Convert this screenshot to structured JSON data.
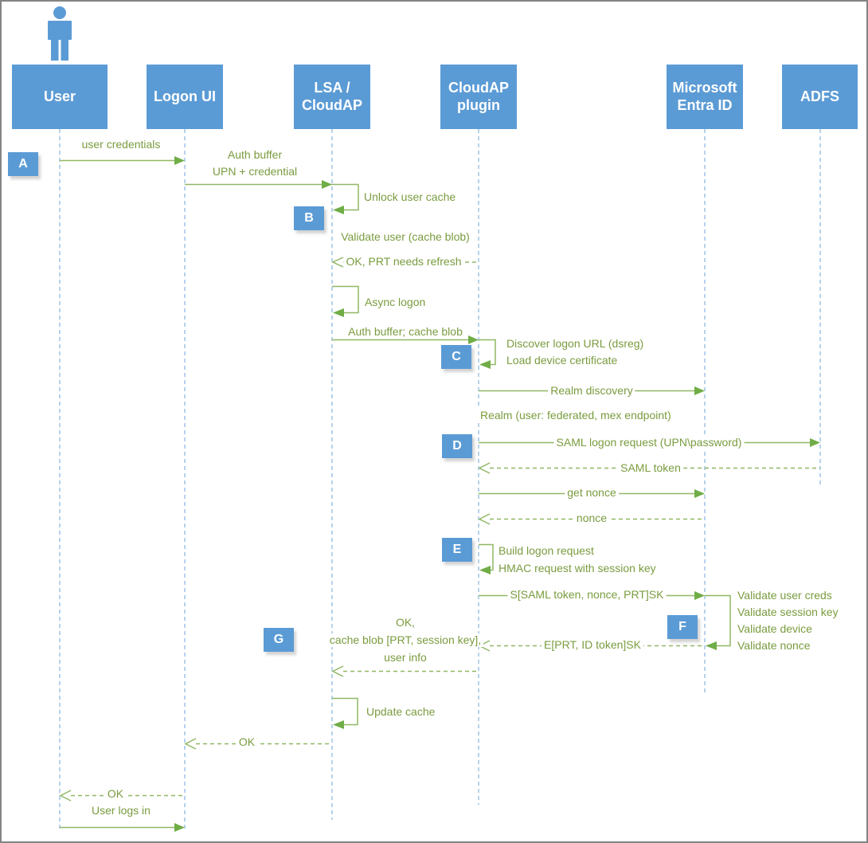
{
  "colors": {
    "actor_fill": "#5b9bd5",
    "arrowhead_green": "#70ad47",
    "line_green": "#90b764",
    "text_green": "#7a9c3f",
    "lifeline_blue": "#9dc3e6"
  },
  "actors": [
    {
      "label": "User"
    },
    {
      "label": "Logon UI"
    },
    {
      "label": "LSA / CloudAP"
    },
    {
      "label": "CloudAP plugin"
    },
    {
      "label": "Microsoft Entra ID"
    },
    {
      "label": "ADFS"
    }
  ],
  "markers": [
    "A",
    "B",
    "C",
    "D",
    "E",
    "F",
    "G"
  ],
  "messages": {
    "user_credentials": "user credentials",
    "auth_buffer_1": "Auth buffer",
    "auth_buffer_2": "UPN + credential",
    "unlock_cache": "Unlock user cache",
    "validate_user": "Validate user (cache blob)",
    "ok_prt": "OK, PRT needs refresh",
    "async_logon": "Async logon",
    "auth_buffer_blob": "Auth buffer; cache blob",
    "discover_url": "Discover logon URL (dsreg)",
    "load_cert": "Load device certificate",
    "realm_discovery": "Realm discovery",
    "realm_response": "Realm (user: federated, mex endpoint)",
    "saml_request": "SAML logon request (UPN\\password)",
    "saml_token": "SAML token",
    "get_nonce": "get nonce",
    "nonce": "nonce",
    "build_request": "Build logon request",
    "hmac_request": "HMAC request with session key",
    "s_saml": "S[SAML token, nonce, PRT]SK",
    "validate_creds": "Validate user creds",
    "validate_session": "Validate session key",
    "validate_device": "Validate device",
    "validate_nonce": "Validate nonce",
    "e_prt": "E[PRT, ID token]SK",
    "ok_result_1": "OK,",
    "ok_result_2": "cache blob [PRT, session key],",
    "ok_result_3": "user info",
    "update_cache": "Update cache",
    "ok_to_logonui": "OK",
    "ok_to_user": "OK",
    "user_logs_in": "User logs in"
  }
}
